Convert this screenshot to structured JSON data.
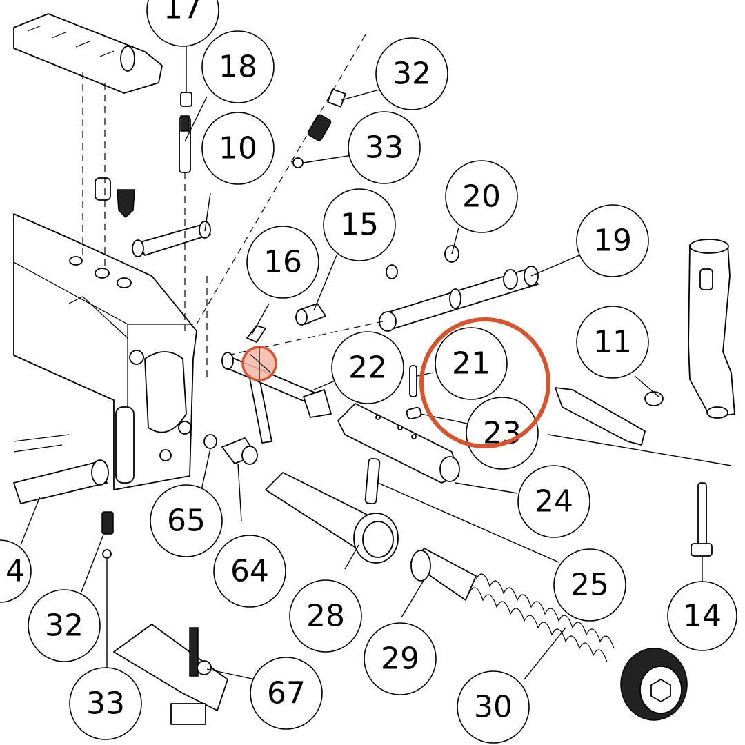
{
  "callouts": [
    {
      "id": "17",
      "label": "17"
    },
    {
      "id": "18",
      "label": "18"
    },
    {
      "id": "10",
      "label": "10"
    },
    {
      "id": "32-top",
      "label": "32"
    },
    {
      "id": "33-top",
      "label": "33"
    },
    {
      "id": "20",
      "label": "20"
    },
    {
      "id": "15",
      "label": "15"
    },
    {
      "id": "16",
      "label": "16"
    },
    {
      "id": "19",
      "label": "19"
    },
    {
      "id": "22",
      "label": "22"
    },
    {
      "id": "21",
      "label": "21"
    },
    {
      "id": "23",
      "label": "23"
    },
    {
      "id": "11",
      "label": "11"
    },
    {
      "id": "24",
      "label": "24"
    },
    {
      "id": "65",
      "label": "65"
    },
    {
      "id": "64",
      "label": "64"
    },
    {
      "id": "25",
      "label": "25"
    },
    {
      "id": "28",
      "label": "28"
    },
    {
      "id": "29",
      "label": "29"
    },
    {
      "id": "32-bottom",
      "label": "32"
    },
    {
      "id": "33-bottom",
      "label": "33"
    },
    {
      "id": "67",
      "label": "67"
    },
    {
      "id": "30",
      "label": "30"
    },
    {
      "id": "14",
      "label": "14"
    },
    {
      "id": "4",
      "label": "4"
    }
  ],
  "highlight": {
    "target_part": "21",
    "color": "#d9532c"
  }
}
